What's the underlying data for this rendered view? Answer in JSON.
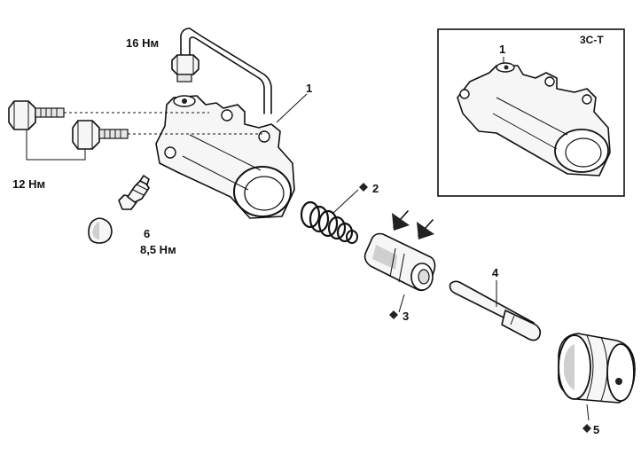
{
  "labels": {
    "part1": "1",
    "part2": "2",
    "part3": "3",
    "part4": "4",
    "part5": "5",
    "part6": "6",
    "torque_pipe": "16 Нм",
    "torque_bolts": "12 Нм",
    "torque_bleeder": "8,5 Нм",
    "inset_title": "3C-T",
    "inset_part1": "1"
  },
  "icons": {
    "replace_marker": "black-diamond",
    "apply_grease": "black-arrow"
  },
  "colors": {
    "line": "#111111",
    "background": "#ffffff"
  }
}
